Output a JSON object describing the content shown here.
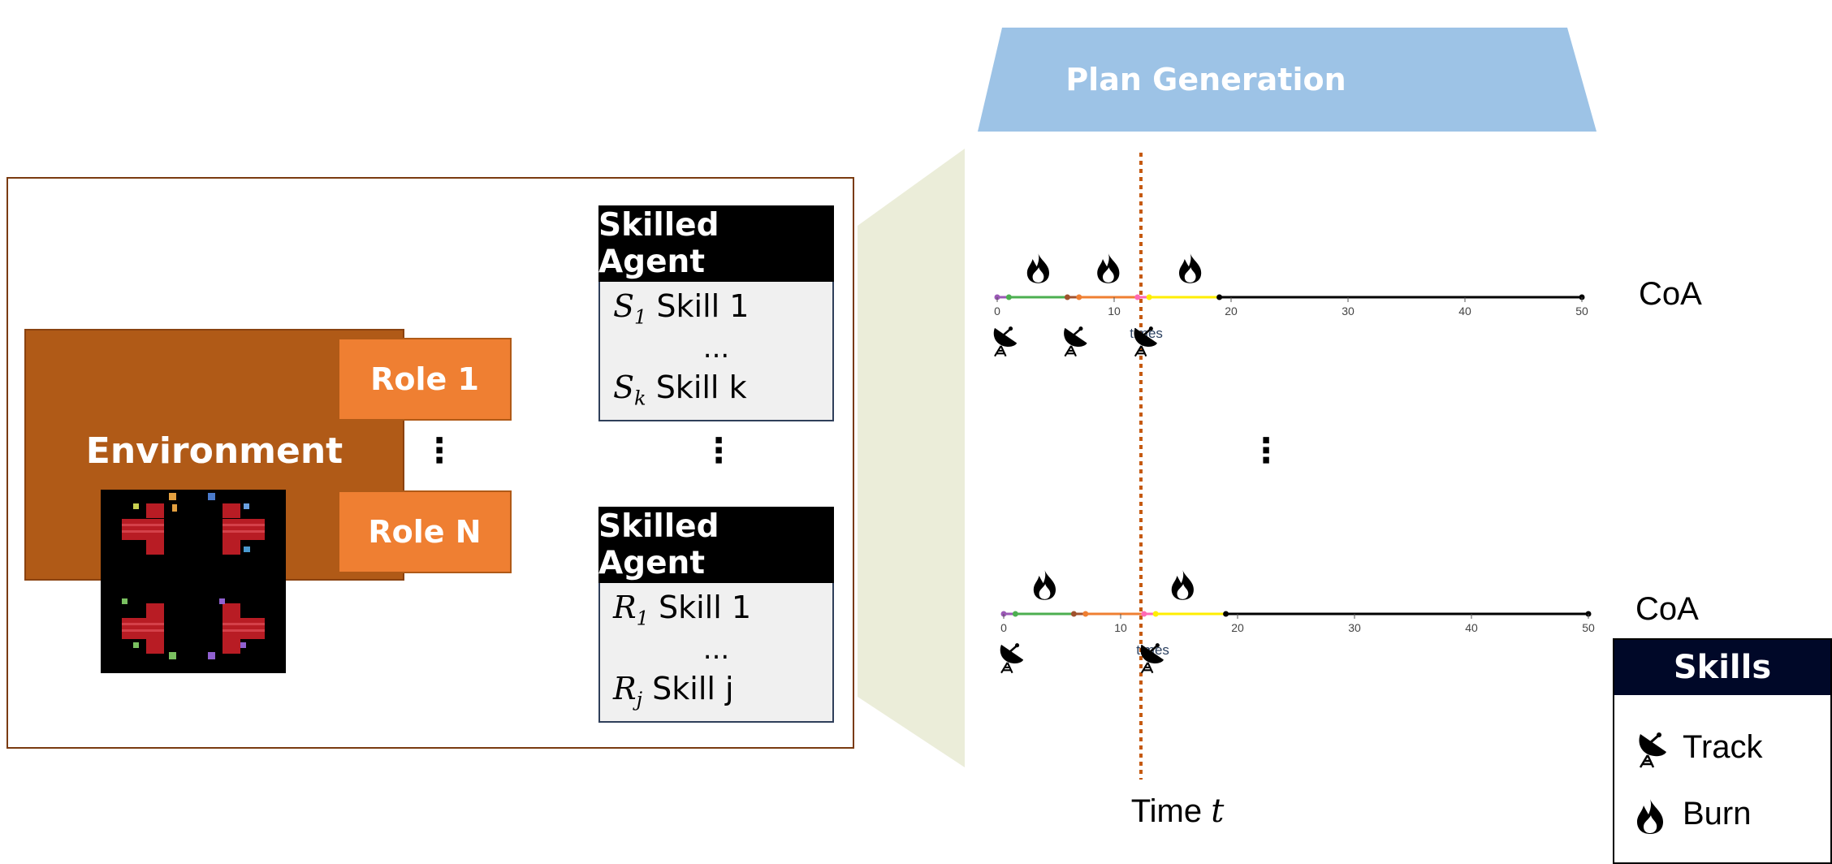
{
  "plan_generation": {
    "title": "Plan Generation"
  },
  "environment": {
    "label": "Environment"
  },
  "roles": [
    {
      "label": "Role 1"
    },
    {
      "label": "Role N"
    }
  ],
  "role_dots": "⋮",
  "agents": [
    {
      "title": "Skilled Agent",
      "first_sym": "S",
      "first_sub": "1",
      "first_skill": "Skill 1",
      "ellipsis": "...",
      "last_sym": "S",
      "last_sub": "k",
      "last_skill": "Skill k"
    },
    {
      "title": "Skilled Agent",
      "first_sym": "R",
      "first_sub": "1",
      "first_skill": "Skill 1",
      "ellipsis": "...",
      "last_sym": "R",
      "last_sub": "j",
      "last_skill": "Skill j"
    }
  ],
  "agent_dots": "⋮",
  "timeline_dots": "⋮",
  "coa_labels": [
    "CoA",
    "CoA"
  ],
  "time_label": {
    "text": "Time ",
    "var": "t"
  },
  "legend": {
    "title": "Skills",
    "items": [
      {
        "label": "Track",
        "icon": "satellite-dish-icon"
      },
      {
        "label": "Burn",
        "icon": "fire-icon"
      }
    ]
  },
  "colors": {
    "accent_orange": "#ef7f32",
    "environment_brown": "#b05a17",
    "plan_blue": "#9dc3e6",
    "panel_green": "#ebedd9",
    "marker_line": "#c55a11",
    "legend_header": "#000828"
  },
  "chart_data": [
    {
      "type": "timeline",
      "xlabel": "times",
      "xlim": [
        0,
        50
      ],
      "ticks": [
        0,
        10,
        20,
        30,
        40,
        50
      ],
      "segments": [
        {
          "from": 0,
          "to": 1,
          "color": "#9b59b6"
        },
        {
          "from": 1,
          "to": 6,
          "color": "#4caf50"
        },
        {
          "from": 6,
          "to": 7,
          "color": "#a0522d"
        },
        {
          "from": 7,
          "to": 12,
          "color": "#ef7f32"
        },
        {
          "from": 12,
          "to": 13,
          "color": "#ff69b4"
        },
        {
          "from": 13,
          "to": 19,
          "color": "#ffee00"
        },
        {
          "from": 19,
          "to": 50,
          "color": "#000000"
        }
      ],
      "burn_times": [
        3.5,
        9.5,
        16.5
      ],
      "track_times": [
        0.5,
        6.5,
        12.5
      ],
      "current_time": 12.4
    },
    {
      "type": "timeline",
      "xlabel": "times",
      "xlim": [
        0,
        50
      ],
      "ticks": [
        0,
        10,
        20,
        30,
        40,
        50
      ],
      "segments": [
        {
          "from": 0,
          "to": 1,
          "color": "#9b59b6"
        },
        {
          "from": 1,
          "to": 6,
          "color": "#4caf50"
        },
        {
          "from": 6,
          "to": 7,
          "color": "#a0522d"
        },
        {
          "from": 7,
          "to": 12,
          "color": "#ef7f32"
        },
        {
          "from": 12,
          "to": 13,
          "color": "#ff69b4"
        },
        {
          "from": 13,
          "to": 19,
          "color": "#ffee00"
        },
        {
          "from": 19,
          "to": 50,
          "color": "#000000"
        }
      ],
      "burn_times": [
        3.5,
        15.3
      ],
      "track_times": [
        0.5,
        12.5
      ],
      "current_time": 11.9
    }
  ]
}
